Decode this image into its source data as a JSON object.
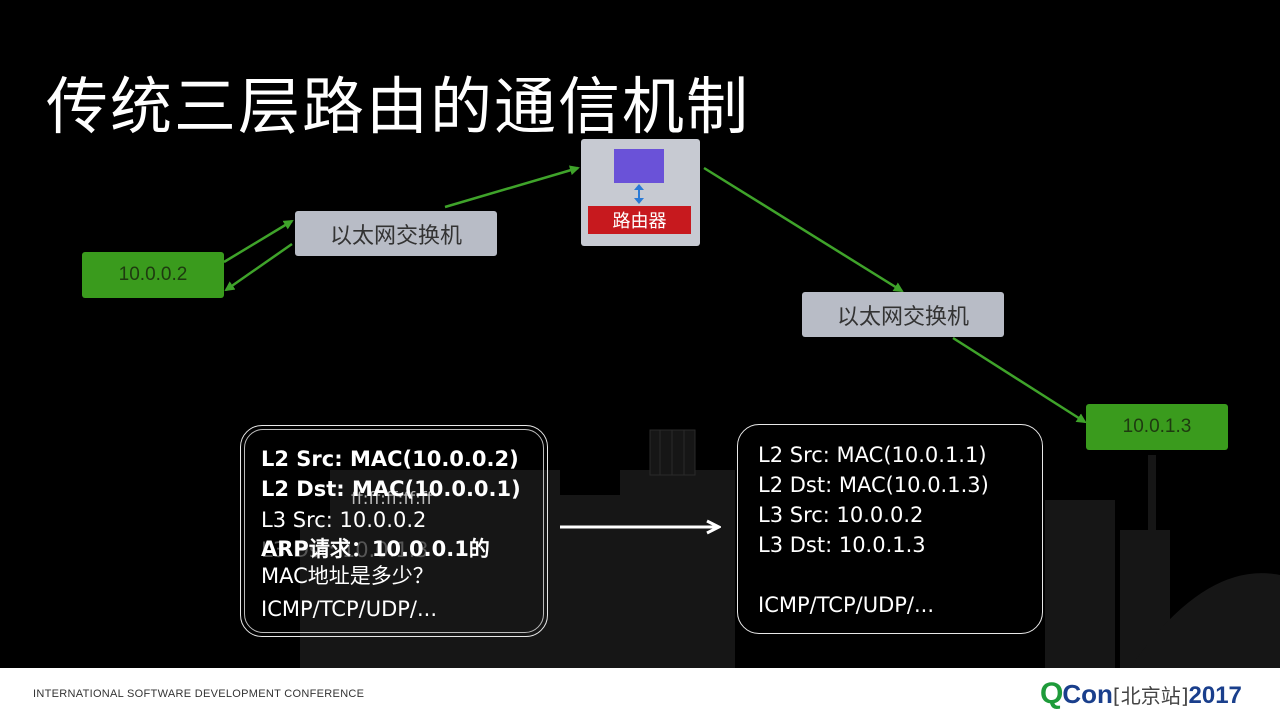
{
  "title": "传统三层路由的通信机制",
  "nodes": {
    "host_left": "10.0.0.2",
    "host_right": "10.0.1.3",
    "switch_left": "以太网交换机",
    "switch_right": "以太网交换机",
    "router": "路由器"
  },
  "packet_left": {
    "l2_src": "L2 Src: MAC(10.0.0.2)",
    "l2_dst": "L2 Dst: MAC(10.0.0.1)",
    "l2_dst_ghost": "ff:ff:ff:ff:ff",
    "l3_src": "L3 Src: 10.0.0.2",
    "l3_dst": "L3 Dst: 10.0.1.3",
    "arp_line1": "ARP请求：10.0.0.1的",
    "arp_line2": "MAC地址是多少？",
    "payload": "ICMP/TCP/UDP/..."
  },
  "packet_right": {
    "l2_src": "L2 Src: MAC(10.0.1.1)",
    "l2_dst": "L2 Dst: MAC(10.0.1.3)",
    "l3_src": "L3 Src: 10.0.0.2",
    "l3_dst": "L3 Dst: 10.0.1.3",
    "payload": "ICMP/TCP/UDP/..."
  },
  "footer": {
    "conference": "INTERNATIONAL SOFTWARE DEVELOPMENT CONFERENCE",
    "brand_q": "Q",
    "brand_con": "Con",
    "brand_city": "[北京站]",
    "brand_year": "2017"
  },
  "colors": {
    "background": "#000000",
    "host": "#3a9b1d",
    "switch": "#b8bcc6",
    "router_body": "#c7cad2",
    "router_label": "#c7191e",
    "router_chip": "#6a52d8",
    "link": "#3fa32a",
    "brand_green": "#1e9b3a",
    "brand_blue": "#1a3f8c"
  }
}
